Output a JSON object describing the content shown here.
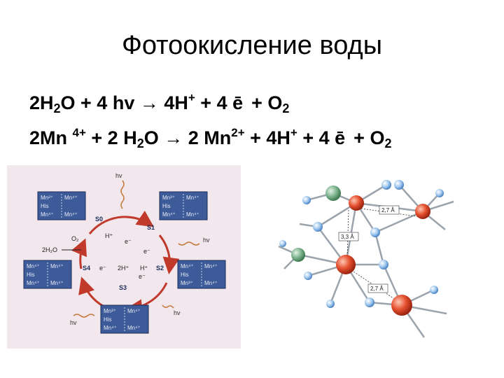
{
  "slide": {
    "title": "Фотоокисление воды"
  },
  "equations": [
    {
      "parts": [
        "2H",
        "2",
        "O + 4 hv → 4H",
        "+",
        " + 4 ē",
        "+ O",
        "2"
      ]
    },
    {
      "parts": [
        "2Mn ",
        "4+",
        " + 2 H",
        "2",
        "O → 2 Mn",
        "2+",
        " + 4H",
        "+",
        " + 4 ē",
        "+ O",
        "2"
      ]
    }
  ],
  "cycle_figure": {
    "states": [
      "S0",
      "S1",
      "S2",
      "S3",
      "S4"
    ],
    "labels": {
      "hv": "hv",
      "h_plus": "H⁺",
      "two_h_plus": "2H⁺",
      "e_minus": "e⁻",
      "o2": "O₂",
      "water": "2H₂O",
      "his": "His",
      "mn2": "Mn²⁺",
      "mn3": "Mn³⁺",
      "mn4": "Mn⁴⁺"
    }
  },
  "cluster_figure": {
    "distances": [
      "2,7 Å",
      "3,3 Å",
      "2,7 Å"
    ]
  }
}
